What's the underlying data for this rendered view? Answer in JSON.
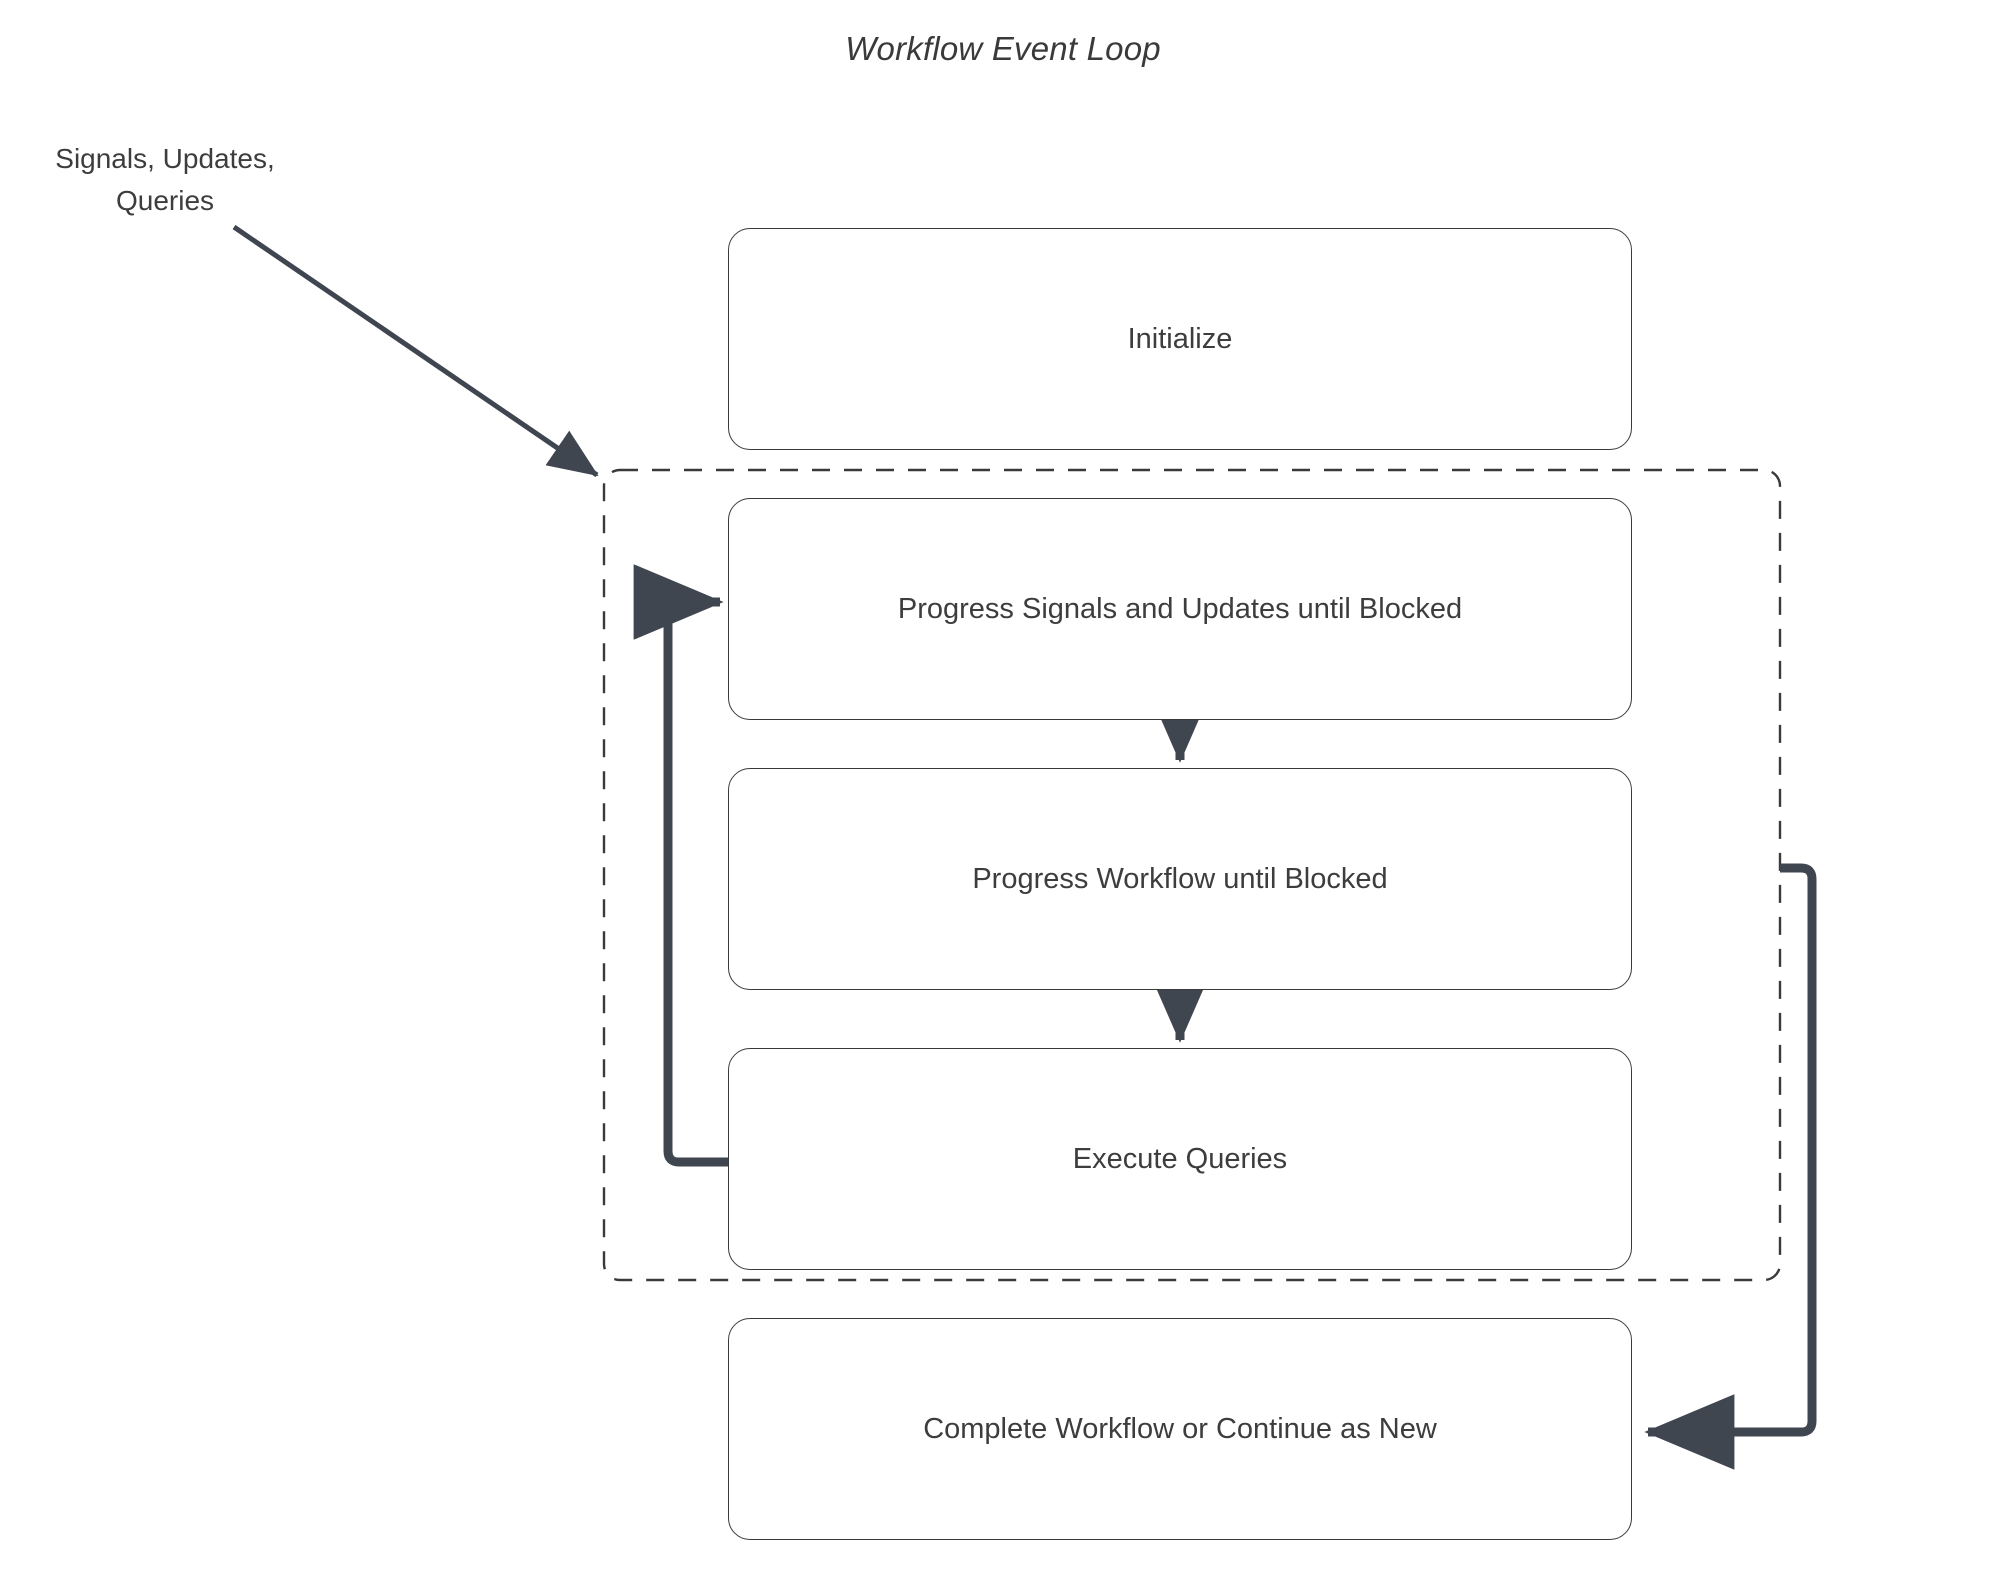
{
  "diagram": {
    "title": "Workflow Event Loop",
    "type": "flowchart",
    "background_color": "#ffffff",
    "stroke_color": "#3a3a3a",
    "connector_color": "#3f4650",
    "text_color": "#3d3d3d",
    "external_label": "Signals, Updates,\nQueries",
    "loop_container": {
      "name": "event-loop-region",
      "style": "dashed",
      "label": ""
    },
    "nodes": [
      {
        "id": "initialize",
        "label": "Initialize"
      },
      {
        "id": "progress-signals",
        "label": "Progress Signals and Updates until Blocked"
      },
      {
        "id": "progress-workflow",
        "label": "Progress Workflow until Blocked"
      },
      {
        "id": "execute-queries",
        "label": "Execute Queries"
      },
      {
        "id": "complete",
        "label": "Complete Workflow or Continue as New"
      }
    ],
    "edges": [
      {
        "from": "external-label",
        "to": "event-loop-region",
        "label": "",
        "style": "solid-arrow"
      },
      {
        "from": "progress-signals",
        "to": "progress-workflow",
        "label": "",
        "style": "solid-arrow"
      },
      {
        "from": "progress-workflow",
        "to": "execute-queries",
        "label": "",
        "style": "solid-arrow"
      },
      {
        "from": "execute-queries",
        "to": "progress-signals",
        "label": "",
        "style": "loop-back-arrow"
      },
      {
        "from": "event-loop-region",
        "to": "complete",
        "label": "",
        "style": "loop-exit-arrow"
      }
    ]
  }
}
